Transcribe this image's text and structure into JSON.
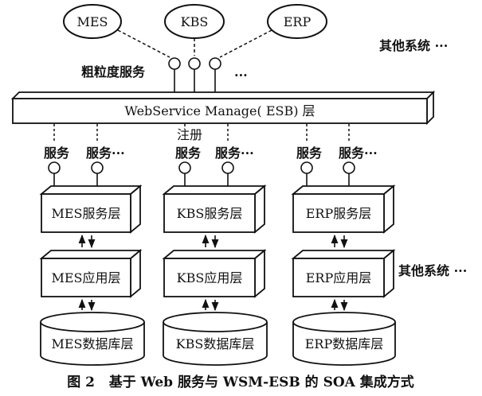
{
  "top_systems": [
    "MES",
    "KBS",
    "ERP"
  ],
  "other_systems_top": "其他系统 ···",
  "coarse_service_label": "粗粒度服务",
  "ellipsis": "···",
  "esb_bar_label": "WebService  Manage( ESB) 层",
  "register_label": "注册",
  "service_label": "服务",
  "service_label_more": "服务···",
  "columns": [
    {
      "service_layer": "MES服务层",
      "app_layer": "MES应用层",
      "db_layer": "MES数据库层"
    },
    {
      "service_layer": "KBS服务层",
      "app_layer": "KBS应用层",
      "db_layer": "KBS数据库层"
    },
    {
      "service_layer": "ERP服务层",
      "app_layer": "ERP应用层",
      "db_layer": "ERP数据库层"
    }
  ],
  "other_systems_mid": "其他系统 ···",
  "caption": "图 2   基于 Web 服务与 WSM-ESB 的 SOA 集成方式",
  "colors": {
    "ink": "#111111",
    "background": "#ffffff"
  }
}
